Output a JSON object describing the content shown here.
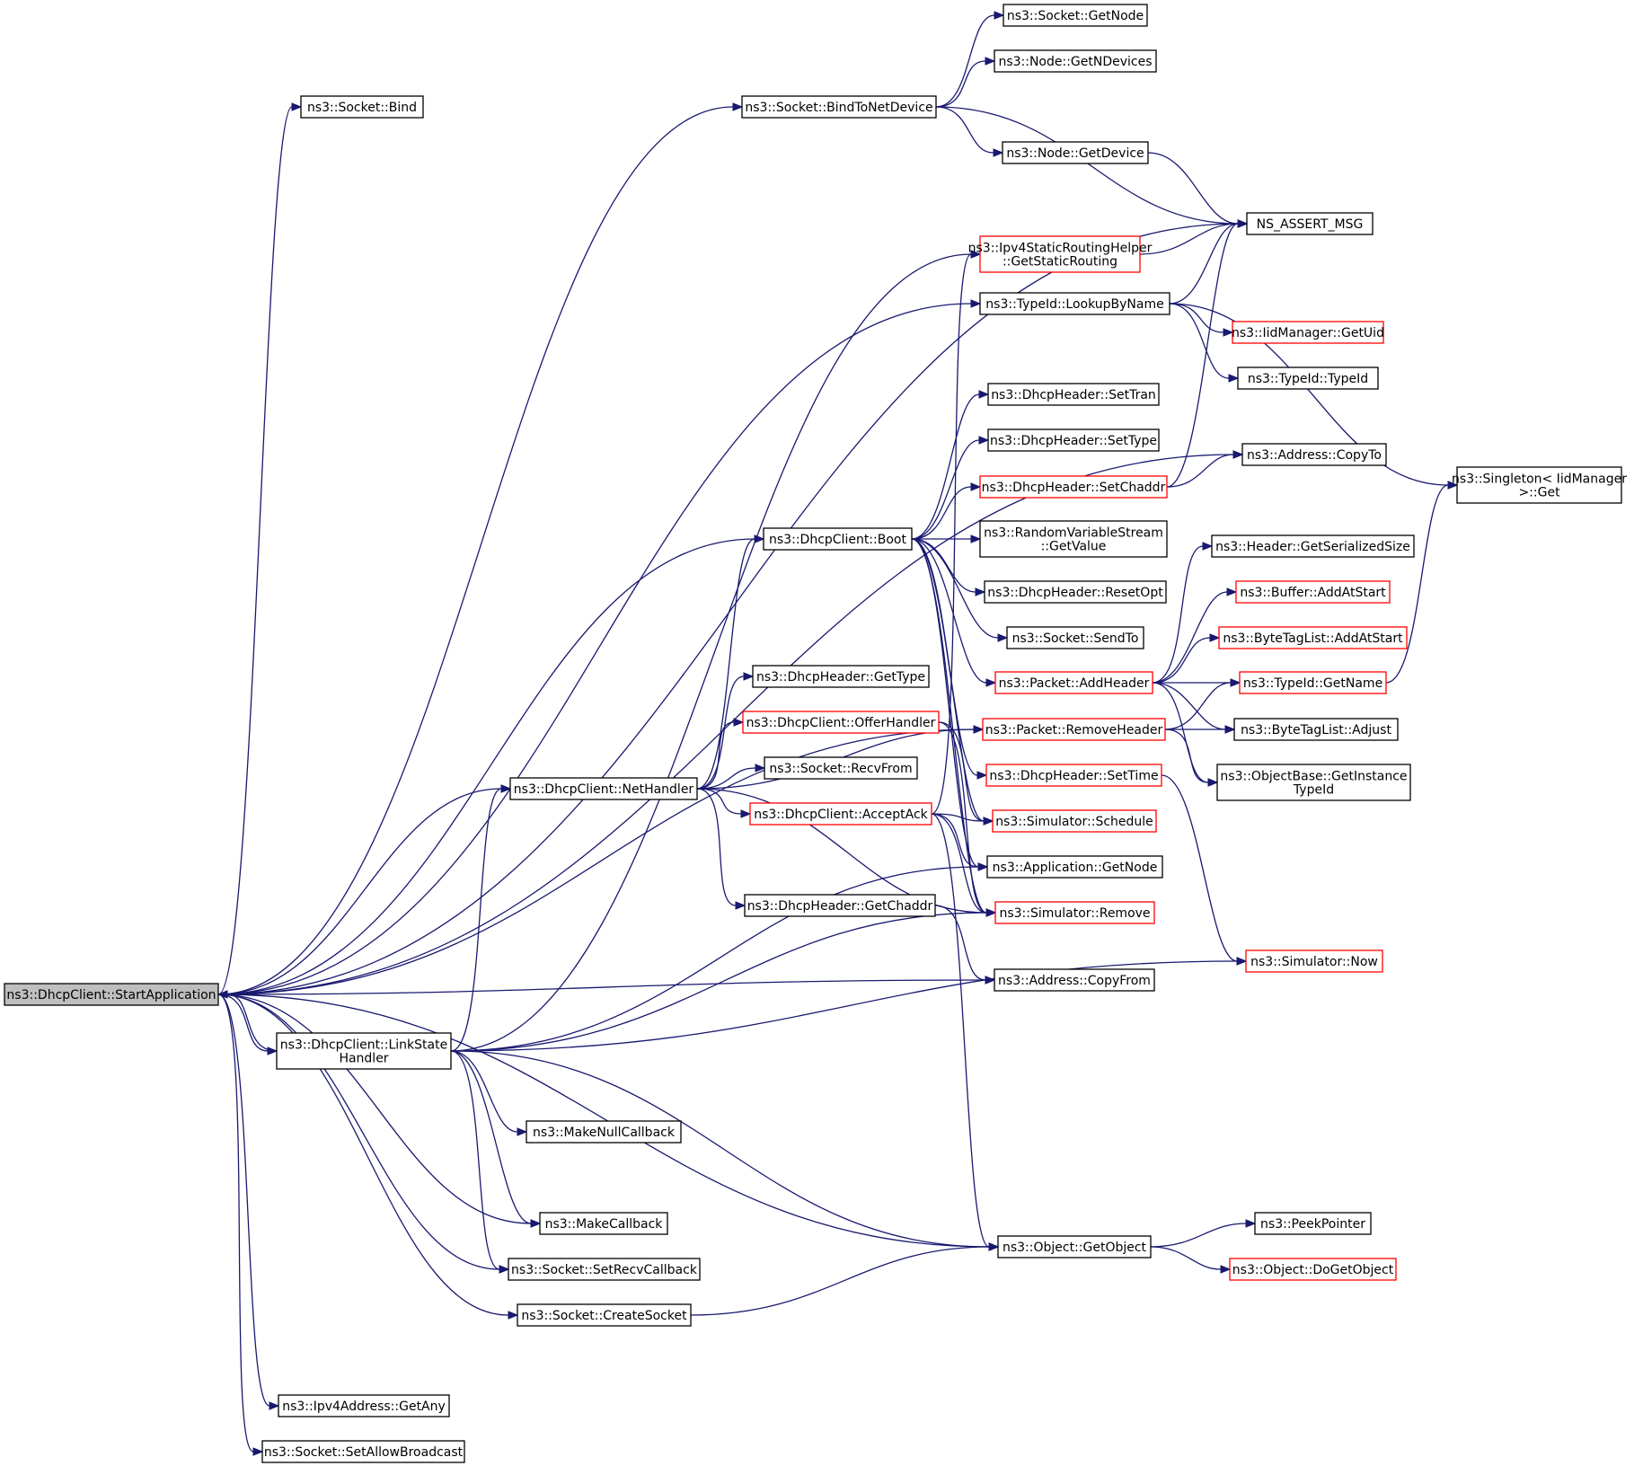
{
  "nodes": [
    {
      "id": "start",
      "lines": [
        "ns3::DhcpClient::StartApplication"
      ],
      "style": "root"
    },
    {
      "id": "bind",
      "lines": [
        "ns3::Socket::Bind"
      ],
      "style": "black"
    },
    {
      "id": "bindnet",
      "lines": [
        "ns3::Socket::BindToNetDevice"
      ],
      "style": "black"
    },
    {
      "id": "getnode_s",
      "lines": [
        "ns3::Socket::GetNode"
      ],
      "style": "black"
    },
    {
      "id": "getndev",
      "lines": [
        "ns3::Node::GetNDevices"
      ],
      "style": "black"
    },
    {
      "id": "getdev",
      "lines": [
        "ns3::Node::GetDevice"
      ],
      "style": "black"
    },
    {
      "id": "assert",
      "lines": [
        "NS_ASSERT_MSG"
      ],
      "style": "black"
    },
    {
      "id": "ipv4static",
      "lines": [
        "ns3::Ipv4StaticRoutingHelper",
        "::GetStaticRouting"
      ],
      "style": "red"
    },
    {
      "id": "lookup",
      "lines": [
        "ns3::TypeId::LookupByName"
      ],
      "style": "black"
    },
    {
      "id": "iidget",
      "lines": [
        "ns3::IidManager::GetUid"
      ],
      "style": "red"
    },
    {
      "id": "typeid",
      "lines": [
        "ns3::TypeId::TypeId"
      ],
      "style": "black"
    },
    {
      "id": "singleton",
      "lines": [
        "ns3::Singleton< IidManager",
        ">::Get"
      ],
      "style": "black"
    },
    {
      "id": "copyto",
      "lines": [
        "ns3::Address::CopyTo"
      ],
      "style": "black"
    },
    {
      "id": "settran",
      "lines": [
        "ns3::DhcpHeader::SetTran"
      ],
      "style": "black"
    },
    {
      "id": "settype",
      "lines": [
        "ns3::DhcpHeader::SetType"
      ],
      "style": "black"
    },
    {
      "id": "setchaddr",
      "lines": [
        "ns3::DhcpHeader::SetChaddr"
      ],
      "style": "red"
    },
    {
      "id": "boot",
      "lines": [
        "ns3::DhcpClient::Boot"
      ],
      "style": "black"
    },
    {
      "id": "rvs",
      "lines": [
        "ns3::RandomVariableStream",
        "::GetValue"
      ],
      "style": "black"
    },
    {
      "id": "resetopt",
      "lines": [
        "ns3::DhcpHeader::ResetOpt"
      ],
      "style": "black"
    },
    {
      "id": "sendto",
      "lines": [
        "ns3::Socket::SendTo"
      ],
      "style": "black"
    },
    {
      "id": "gss",
      "lines": [
        "ns3::Header::GetSerializedSize"
      ],
      "style": "black"
    },
    {
      "id": "bufadd",
      "lines": [
        "ns3::Buffer::AddAtStart"
      ],
      "style": "red"
    },
    {
      "id": "btladd",
      "lines": [
        "ns3::ByteTagList::AddAtStart"
      ],
      "style": "red"
    },
    {
      "id": "addheader",
      "lines": [
        "ns3::Packet::AddHeader"
      ],
      "style": "red"
    },
    {
      "id": "getname",
      "lines": [
        "ns3::TypeId::GetName"
      ],
      "style": "red"
    },
    {
      "id": "gettype",
      "lines": [
        "ns3::DhcpHeader::GetType"
      ],
      "style": "black"
    },
    {
      "id": "offer",
      "lines": [
        "ns3::DhcpClient::OfferHandler"
      ],
      "style": "red"
    },
    {
      "id": "removeheader",
      "lines": [
        "ns3::Packet::RemoveHeader"
      ],
      "style": "red"
    },
    {
      "id": "adjust",
      "lines": [
        "ns3::ByteTagList::Adjust"
      ],
      "style": "black"
    },
    {
      "id": "recvfrom",
      "lines": [
        "ns3::Socket::RecvFrom"
      ],
      "style": "black"
    },
    {
      "id": "settime",
      "lines": [
        "ns3::DhcpHeader::SetTime"
      ],
      "style": "red"
    },
    {
      "id": "objbase",
      "lines": [
        "ns3::ObjectBase::GetInstance",
        "TypeId"
      ],
      "style": "black"
    },
    {
      "id": "nethandler",
      "lines": [
        "ns3::DhcpClient::NetHandler"
      ],
      "style": "black"
    },
    {
      "id": "acceptack",
      "lines": [
        "ns3::DhcpClient::AcceptAck"
      ],
      "style": "red"
    },
    {
      "id": "schedule",
      "lines": [
        "ns3::Simulator::Schedule"
      ],
      "style": "red"
    },
    {
      "id": "appgetnode",
      "lines": [
        "ns3::Application::GetNode"
      ],
      "style": "black"
    },
    {
      "id": "getchaddr",
      "lines": [
        "ns3::DhcpHeader::GetChaddr"
      ],
      "style": "black"
    },
    {
      "id": "remove",
      "lines": [
        "ns3::Simulator::Remove"
      ],
      "style": "red"
    },
    {
      "id": "now",
      "lines": [
        "ns3::Simulator::Now"
      ],
      "style": "red"
    },
    {
      "id": "copyfrom",
      "lines": [
        "ns3::Address::CopyFrom"
      ],
      "style": "black"
    },
    {
      "id": "linkstate",
      "lines": [
        "ns3::DhcpClient::LinkState",
        "Handler"
      ],
      "style": "black"
    },
    {
      "id": "makenull",
      "lines": [
        "ns3::MakeNullCallback"
      ],
      "style": "black"
    },
    {
      "id": "makecb",
      "lines": [
        "ns3::MakeCallback"
      ],
      "style": "black"
    },
    {
      "id": "peek",
      "lines": [
        "ns3::PeekPointer"
      ],
      "style": "black"
    },
    {
      "id": "getobject",
      "lines": [
        "ns3::Object::GetObject"
      ],
      "style": "black"
    },
    {
      "id": "dogetobject",
      "lines": [
        "ns3::Object::DoGetObject"
      ],
      "style": "red"
    },
    {
      "id": "setrecv",
      "lines": [
        "ns3::Socket::SetRecvCallback"
      ],
      "style": "black"
    },
    {
      "id": "createsock",
      "lines": [
        "ns3::Socket::CreateSocket"
      ],
      "style": "black"
    },
    {
      "id": "getany",
      "lines": [
        "ns3::Ipv4Address::GetAny"
      ],
      "style": "black"
    },
    {
      "id": "setbcast",
      "lines": [
        "ns3::Socket::SetAllowBroadcast"
      ],
      "style": "black"
    }
  ],
  "edges": [
    [
      "start",
      "bind"
    ],
    [
      "start",
      "bindnet"
    ],
    [
      "start",
      "assert"
    ],
    [
      "start",
      "lookup"
    ],
    [
      "start",
      "copyto"
    ],
    [
      "start",
      "boot"
    ],
    [
      "start",
      "removeheader"
    ],
    [
      "start",
      "nethandler"
    ],
    [
      "start",
      "copyfrom"
    ],
    [
      "start",
      "linkstate"
    ],
    [
      "start",
      "makecb"
    ],
    [
      "start",
      "setrecv"
    ],
    [
      "start",
      "createsock"
    ],
    [
      "start",
      "getobject"
    ],
    [
      "start",
      "getany"
    ],
    [
      "start",
      "setbcast"
    ],
    [
      "bindnet",
      "getnode_s"
    ],
    [
      "bindnet",
      "getndev"
    ],
    [
      "bindnet",
      "getdev"
    ],
    [
      "bindnet",
      "assert"
    ],
    [
      "getdev",
      "assert"
    ],
    [
      "ipv4static",
      "assert"
    ],
    [
      "lookup",
      "assert"
    ],
    [
      "lookup",
      "iidget"
    ],
    [
      "lookup",
      "typeid"
    ],
    [
      "lookup",
      "singleton"
    ],
    [
      "setchaddr",
      "copyto"
    ],
    [
      "setchaddr",
      "assert"
    ],
    [
      "boot",
      "settran"
    ],
    [
      "boot",
      "settype"
    ],
    [
      "boot",
      "setchaddr"
    ],
    [
      "boot",
      "rvs"
    ],
    [
      "boot",
      "resetopt"
    ],
    [
      "boot",
      "sendto"
    ],
    [
      "boot",
      "addheader"
    ],
    [
      "boot",
      "settime"
    ],
    [
      "boot",
      "schedule"
    ],
    [
      "boot",
      "appgetnode"
    ],
    [
      "boot",
      "remove"
    ],
    [
      "addheader",
      "gss"
    ],
    [
      "addheader",
      "bufadd"
    ],
    [
      "addheader",
      "btladd"
    ],
    [
      "addheader",
      "getname"
    ],
    [
      "addheader",
      "adjust"
    ],
    [
      "addheader",
      "objbase"
    ],
    [
      "removeheader",
      "getname"
    ],
    [
      "removeheader",
      "adjust"
    ],
    [
      "removeheader",
      "objbase"
    ],
    [
      "getname",
      "singleton"
    ],
    [
      "settime",
      "now"
    ],
    [
      "nethandler",
      "boot"
    ],
    [
      "nethandler",
      "gettype"
    ],
    [
      "nethandler",
      "offer"
    ],
    [
      "nethandler",
      "recvfrom"
    ],
    [
      "nethandler",
      "acceptack"
    ],
    [
      "nethandler",
      "getchaddr"
    ],
    [
      "nethandler",
      "removeheader"
    ],
    [
      "nethandler",
      "remove"
    ],
    [
      "offer",
      "schedule"
    ],
    [
      "offer",
      "remove"
    ],
    [
      "acceptack",
      "schedule"
    ],
    [
      "acceptack",
      "appgetnode"
    ],
    [
      "acceptack",
      "remove"
    ],
    [
      "acceptack",
      "ipv4static"
    ],
    [
      "acceptack",
      "getobject"
    ],
    [
      "getchaddr",
      "copyfrom"
    ],
    [
      "linkstate",
      "start"
    ],
    [
      "linkstate",
      "nethandler"
    ],
    [
      "linkstate",
      "ipv4static"
    ],
    [
      "linkstate",
      "appgetnode"
    ],
    [
      "linkstate",
      "remove"
    ],
    [
      "linkstate",
      "now"
    ],
    [
      "linkstate",
      "makenull"
    ],
    [
      "linkstate",
      "makecb"
    ],
    [
      "linkstate",
      "setrecv"
    ],
    [
      "linkstate",
      "getobject"
    ],
    [
      "getobject",
      "peek"
    ],
    [
      "getobject",
      "dogetobject"
    ],
    [
      "createsock",
      "getobject"
    ]
  ]
}
